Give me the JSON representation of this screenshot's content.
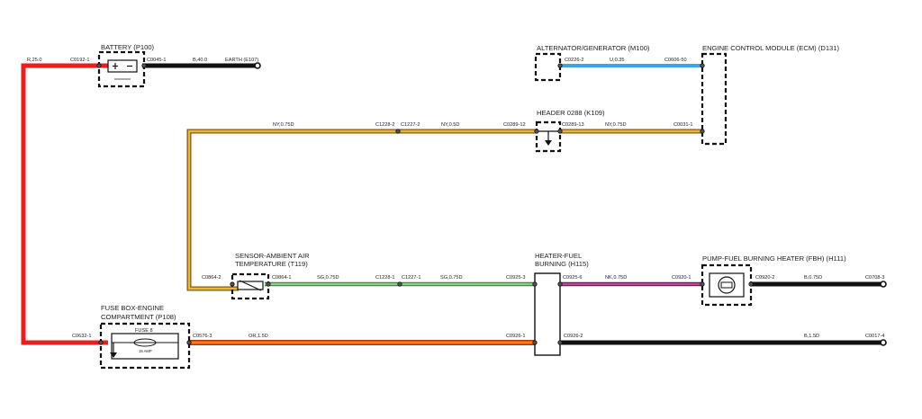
{
  "components": {
    "battery": "BATTERY (P100)",
    "alternator": "ALTERNATOR/GENERATOR (M100)",
    "ecm": "ENGINE CONTROL MODULE (ECM) (D131)",
    "header": "HEADER 0288 (K109)",
    "sensor_line1": "SENSOR-AMBIENT AIR",
    "sensor_line2": "TEMPERATURE (T119)",
    "heater_line1": "HEATER-FUEL",
    "heater_line2": "BURNING (H115)",
    "pump": "PUMP-FUEL BURNING HEATER (FBH) (H111)",
    "fusebox_line1": "FUSE BOX-ENGINE",
    "fusebox_line2": "COMPARTMENT (P108)",
    "fuse_name": "FUSE 8",
    "fuse_rating": "15 AMP"
  },
  "wires": {
    "r25": "R,25.0",
    "b40": "B,40.0",
    "u035": "U,0.35",
    "ny075": "NY,0.75D",
    "ny05": "NY,0.5D",
    "ny075b": "NY,0.75D",
    "sg075a": "SG,0.75D",
    "sg075b": "SG,0.75D",
    "nk075": "NK,0.75D",
    "b075": "B,0.75D",
    "or15": "OR,1.5D",
    "b15": "B,1.5D"
  },
  "connectors": {
    "c0192_1": "C0192-1",
    "c0045_1": "C0045-1",
    "e107": "EARTH (E107)",
    "c0226_2": "C0226-2",
    "c0606_50": "C0606-50",
    "c1228_2": "C1228-2",
    "c1227_2": "C1227-2",
    "c0289_12": "C0289-12",
    "c0289_13": "C0289-13",
    "c0031_1": "C0031-1",
    "c0864_2": "C0864-2",
    "c0864_1": "C0864-1",
    "c1228_1": "C1228-1",
    "c1227_1": "C1227-1",
    "c0925_3": "C0925-3",
    "c0925_6": "C0925-6",
    "c0920_1": "C0920-1",
    "c0920_2": "C0920-2",
    "c0708_3": "C0708-3",
    "c0632_1": "C0632-1",
    "c0576_3": "C0576-3",
    "c0926_1": "C0926-1",
    "c0926_2": "C0926-2",
    "c0017_4": "C0017-4"
  },
  "colors": {
    "red": "#ee1c1c",
    "black": "#111111",
    "blue": "#3aa6e8",
    "yellow_core": "#e8b640",
    "yellow_edge": "#8a5a10",
    "green_core": "#8fd08a",
    "green_edge": "#3f7a3a",
    "pink_core": "#c04a9a",
    "pink_edge": "#5a1a48",
    "orange_core": "#ff7a1f",
    "orange_edge": "#b53400"
  }
}
